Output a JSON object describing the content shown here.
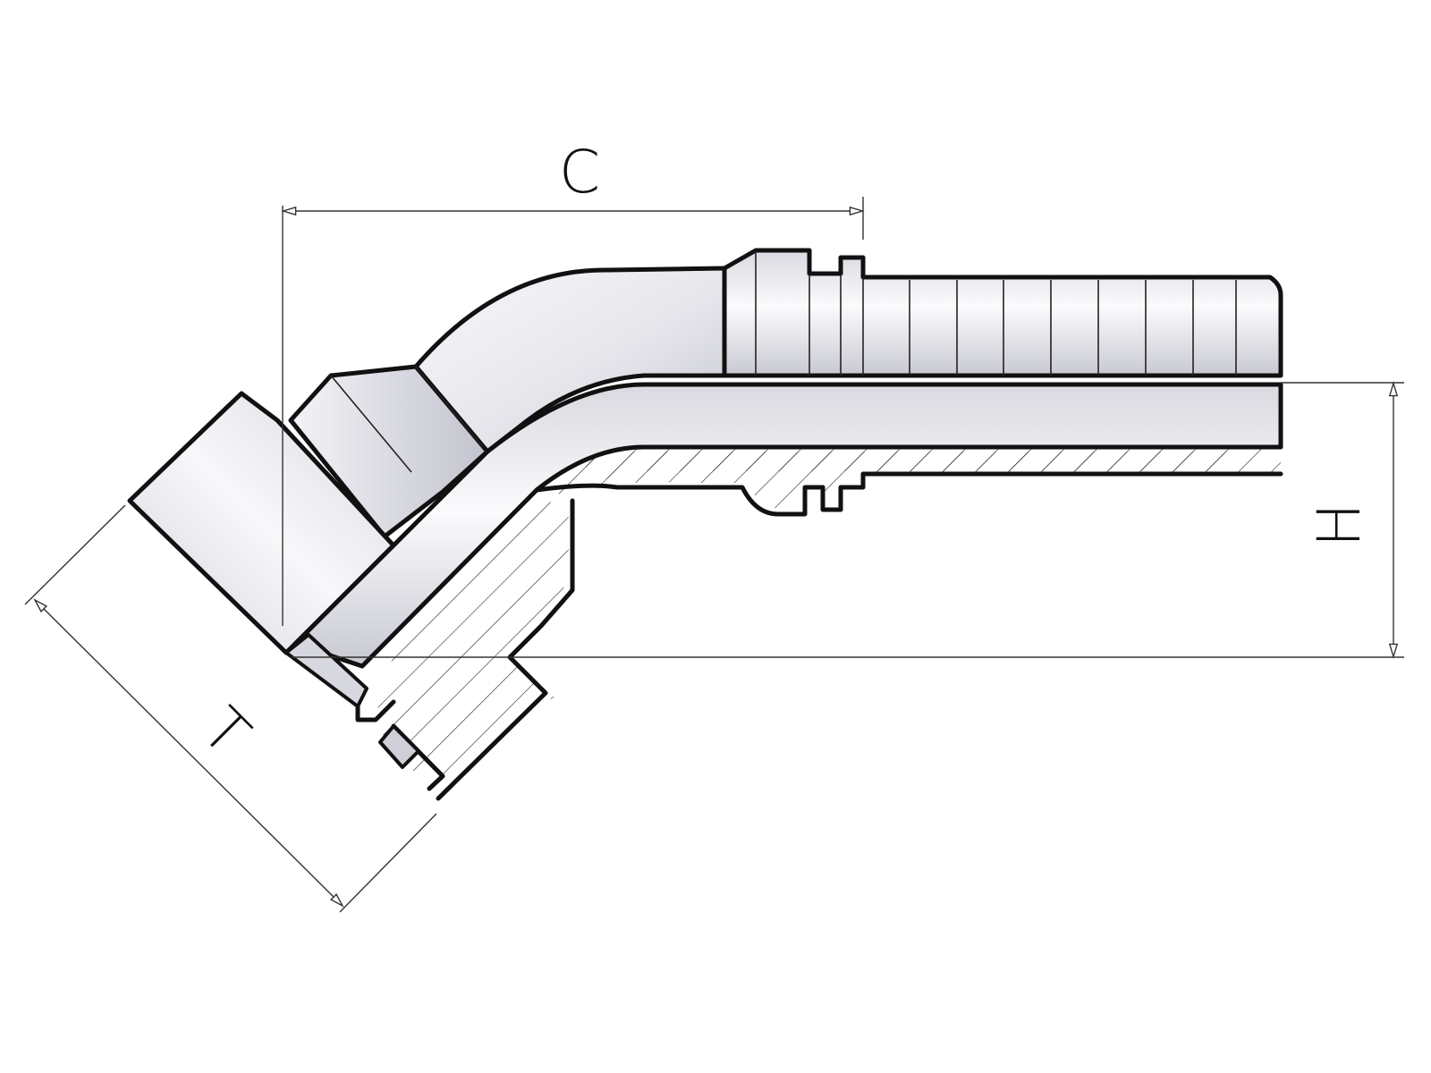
{
  "dimensions": {
    "c": "C",
    "h": "H",
    "t": "T"
  },
  "colors": {
    "metal_highlight": "#fafafa",
    "metal_shade": "#c9c9d3",
    "outline": "#111111"
  }
}
